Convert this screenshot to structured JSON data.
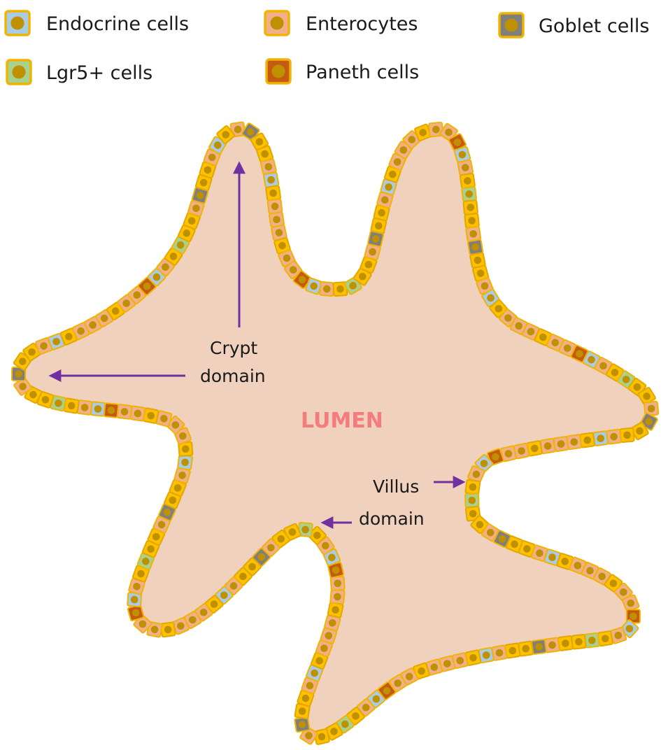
{
  "legend": {
    "items": [
      {
        "label": "Endocrine cells",
        "cell": "endocrine"
      },
      {
        "label": "Enterocytes",
        "cell": "enterocyte"
      },
      {
        "label": "Goblet cells",
        "cell": "goblet"
      },
      {
        "label": "Lgr5+ cells",
        "cell": "lgr5"
      },
      {
        "label": "Paneth cells",
        "cell": "paneth"
      }
    ]
  },
  "labels": {
    "crypt_line1": "Crypt",
    "crypt_line2": "domain",
    "villus_line1": "Villus",
    "villus_line2": "domain",
    "lumen": "LUMEN"
  },
  "cell_colors": {
    "endocrine": {
      "fill": "#a9cbe3",
      "border": "#f0b400"
    },
    "enterocyte": {
      "fill": "#f2b08a",
      "border": "#f0b400"
    },
    "goblet": {
      "fill": "#7f7f7f",
      "border": "#f0b400"
    },
    "lgr5": {
      "fill": "#a9d18e",
      "border": "#f0b400"
    },
    "paneth": {
      "fill": "#c55a11",
      "border": "#f0b400"
    },
    "yellow": {
      "fill": "#ffc000",
      "border": "#e0a800"
    },
    "nucleus": "#bf9000"
  },
  "colors": {
    "lumen_fill": "#efd1bd",
    "lumen_text": "#f47c7c",
    "arrow": "#7030a0"
  }
}
